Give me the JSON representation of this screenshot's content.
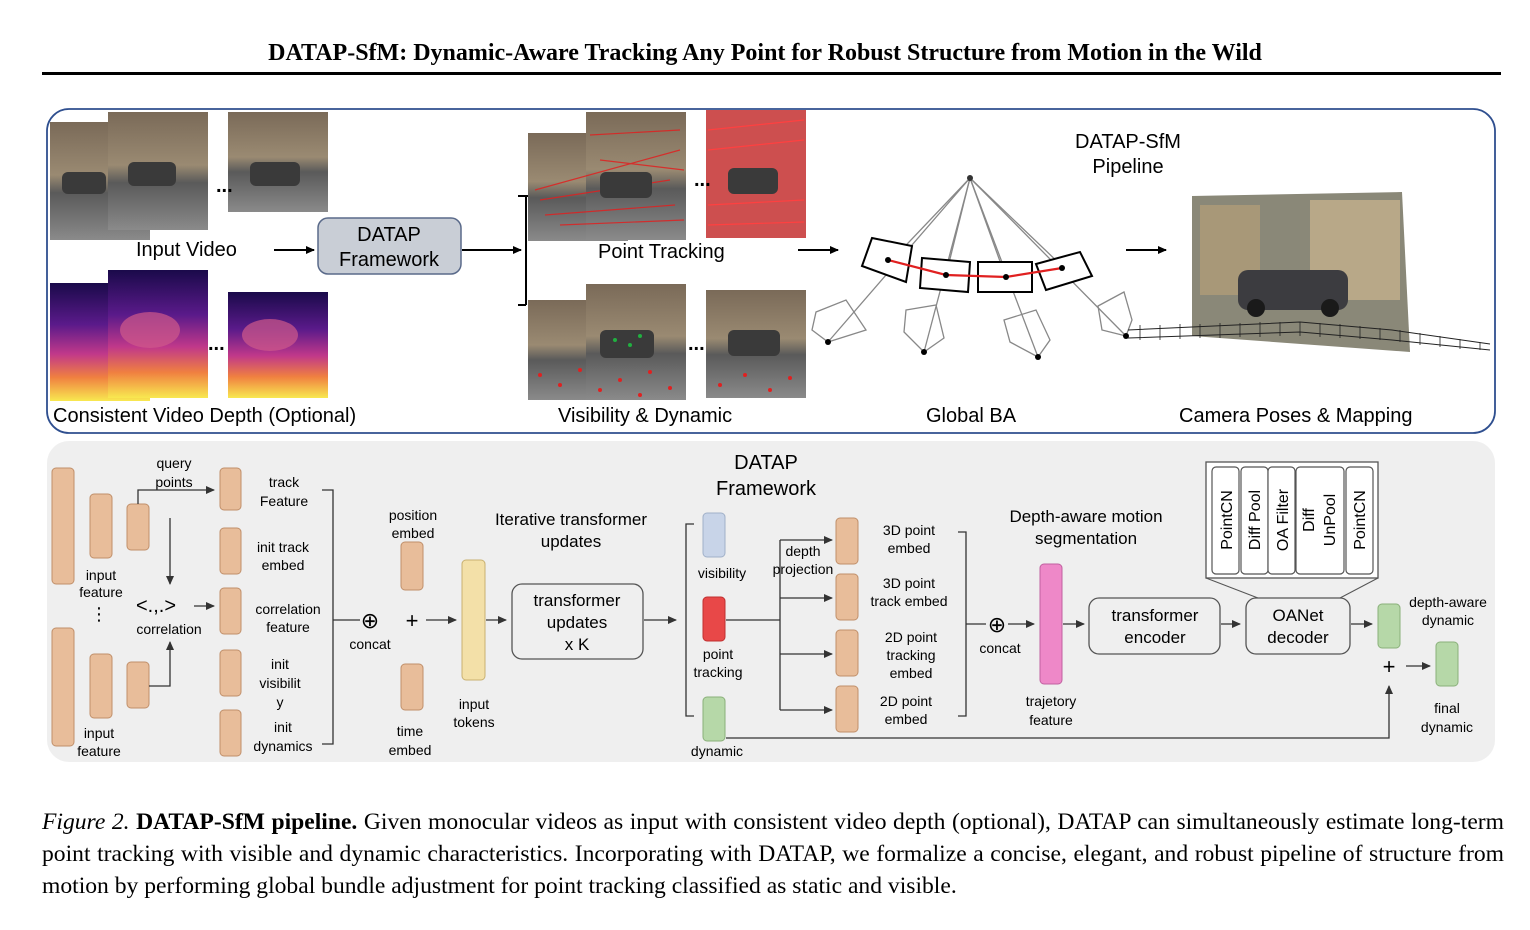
{
  "header": {
    "title": "DATAP-SfM: Dynamic-Aware Tracking Any Point for Robust Structure from Motion in the Wild"
  },
  "top_panel": {
    "input_video": "Input Video",
    "depth_label": "Consistent Video Depth (Optional)",
    "framework_line1": "DATAP",
    "framework_line2": "Framework",
    "point_tracking": "Point Tracking",
    "visibility_dynamic": "Visibility & Dynamic",
    "pipeline_line1": "DATAP-SfM",
    "pipeline_line2": "Pipeline",
    "global_ba": "Global BA",
    "camera_poses": "Camera Poses & Mapping",
    "ellipsis": "..."
  },
  "bottom_panel": {
    "query_points_1": "query",
    "query_points_2": "points",
    "input_feature_1": "input",
    "input_feature_2": "feature",
    "correlation_op": "<.,.>",
    "correlation": "correlation",
    "vdots": "⋮",
    "track_feature_1": "track",
    "track_feature_2": "Feature",
    "init_track_embed_1": "init track",
    "init_track_embed_2": "embed",
    "correlation_feature_1": "correlation",
    "correlation_feature_2": "feature",
    "init_visibility_1": "init",
    "init_visibility_2": "visibilit",
    "init_visibility_3": "y",
    "init_dynamics_1": "init",
    "init_dynamics_2": "dynamics",
    "oplus": "⊕",
    "concat": "concat",
    "plus": "+",
    "position_embed_1": "position",
    "position_embed_2": "embed",
    "time_embed_1": "time",
    "time_embed_2": "embed",
    "input_tokens_1": "input",
    "input_tokens_2": "tokens",
    "iter_transformer_1": "Iterative transformer",
    "iter_transformer_2": "updates",
    "transformer_updates_1": "transformer",
    "transformer_updates_2": "updates",
    "transformer_updates_3": "x K",
    "datap_framework_1": "DATAP",
    "datap_framework_2": "Framework",
    "visibility": "visibility",
    "point_tracking_1": "point",
    "point_tracking_2": "tracking",
    "dynamic": "dynamic",
    "depth_projection_1": "depth",
    "depth_projection_2": "projection",
    "embed_3d_point_1": "3D point",
    "embed_3d_point_2": "embed",
    "embed_3d_track_1": "3D point",
    "embed_3d_track_2": "track embed",
    "embed_2d_track_1": "2D point",
    "embed_2d_track_2": "tracking",
    "embed_2d_track_3": "embed",
    "embed_2d_point_1": "2D point",
    "embed_2d_point_2": "embed",
    "depth_aware_seg_1": "Depth-aware motion",
    "depth_aware_seg_2": "segmentation",
    "trajectory_feature_1": "trajetory",
    "trajectory_feature_2": "feature",
    "transformer_encoder_1": "transformer",
    "transformer_encoder_2": "encoder",
    "oanet_decoder_1": "OANet",
    "oanet_decoder_2": "decoder",
    "oanet_blocks": [
      "PointCN",
      "Diff Pool",
      "OA Filter",
      "Diff",
      "UnPool",
      "PointCN"
    ],
    "depth_aware_dynamic_1": "depth-aware",
    "depth_aware_dynamic_2": "dynamic",
    "final_dynamic_1": "final",
    "final_dynamic_2": "dynamic"
  },
  "caption": {
    "figure_label": "Figure 2.",
    "bold": "DATAP-SfM pipeline.",
    "text": " Given monocular videos as input with consistent video depth (optional), DATAP can simultaneously estimate long-term point tracking with visible and dynamic characteristics. Incorporating with DATAP, we formalize a concise, elegant, and robust pipeline of structure from motion by performing global bundle adjustment for point tracking classified as static and visible."
  },
  "colors": {
    "panel_border": "#2f4f8f",
    "feature_block": "#e8bd9a",
    "visibility_block": "#c8d4e8",
    "point_tracking_block": "#e84848",
    "dynamic_block": "#b6d8a8",
    "trajectory_block": "#ee88c8",
    "input_tokens_block": "#f3e0a8",
    "bottom_panel_bg": "#efefef"
  }
}
